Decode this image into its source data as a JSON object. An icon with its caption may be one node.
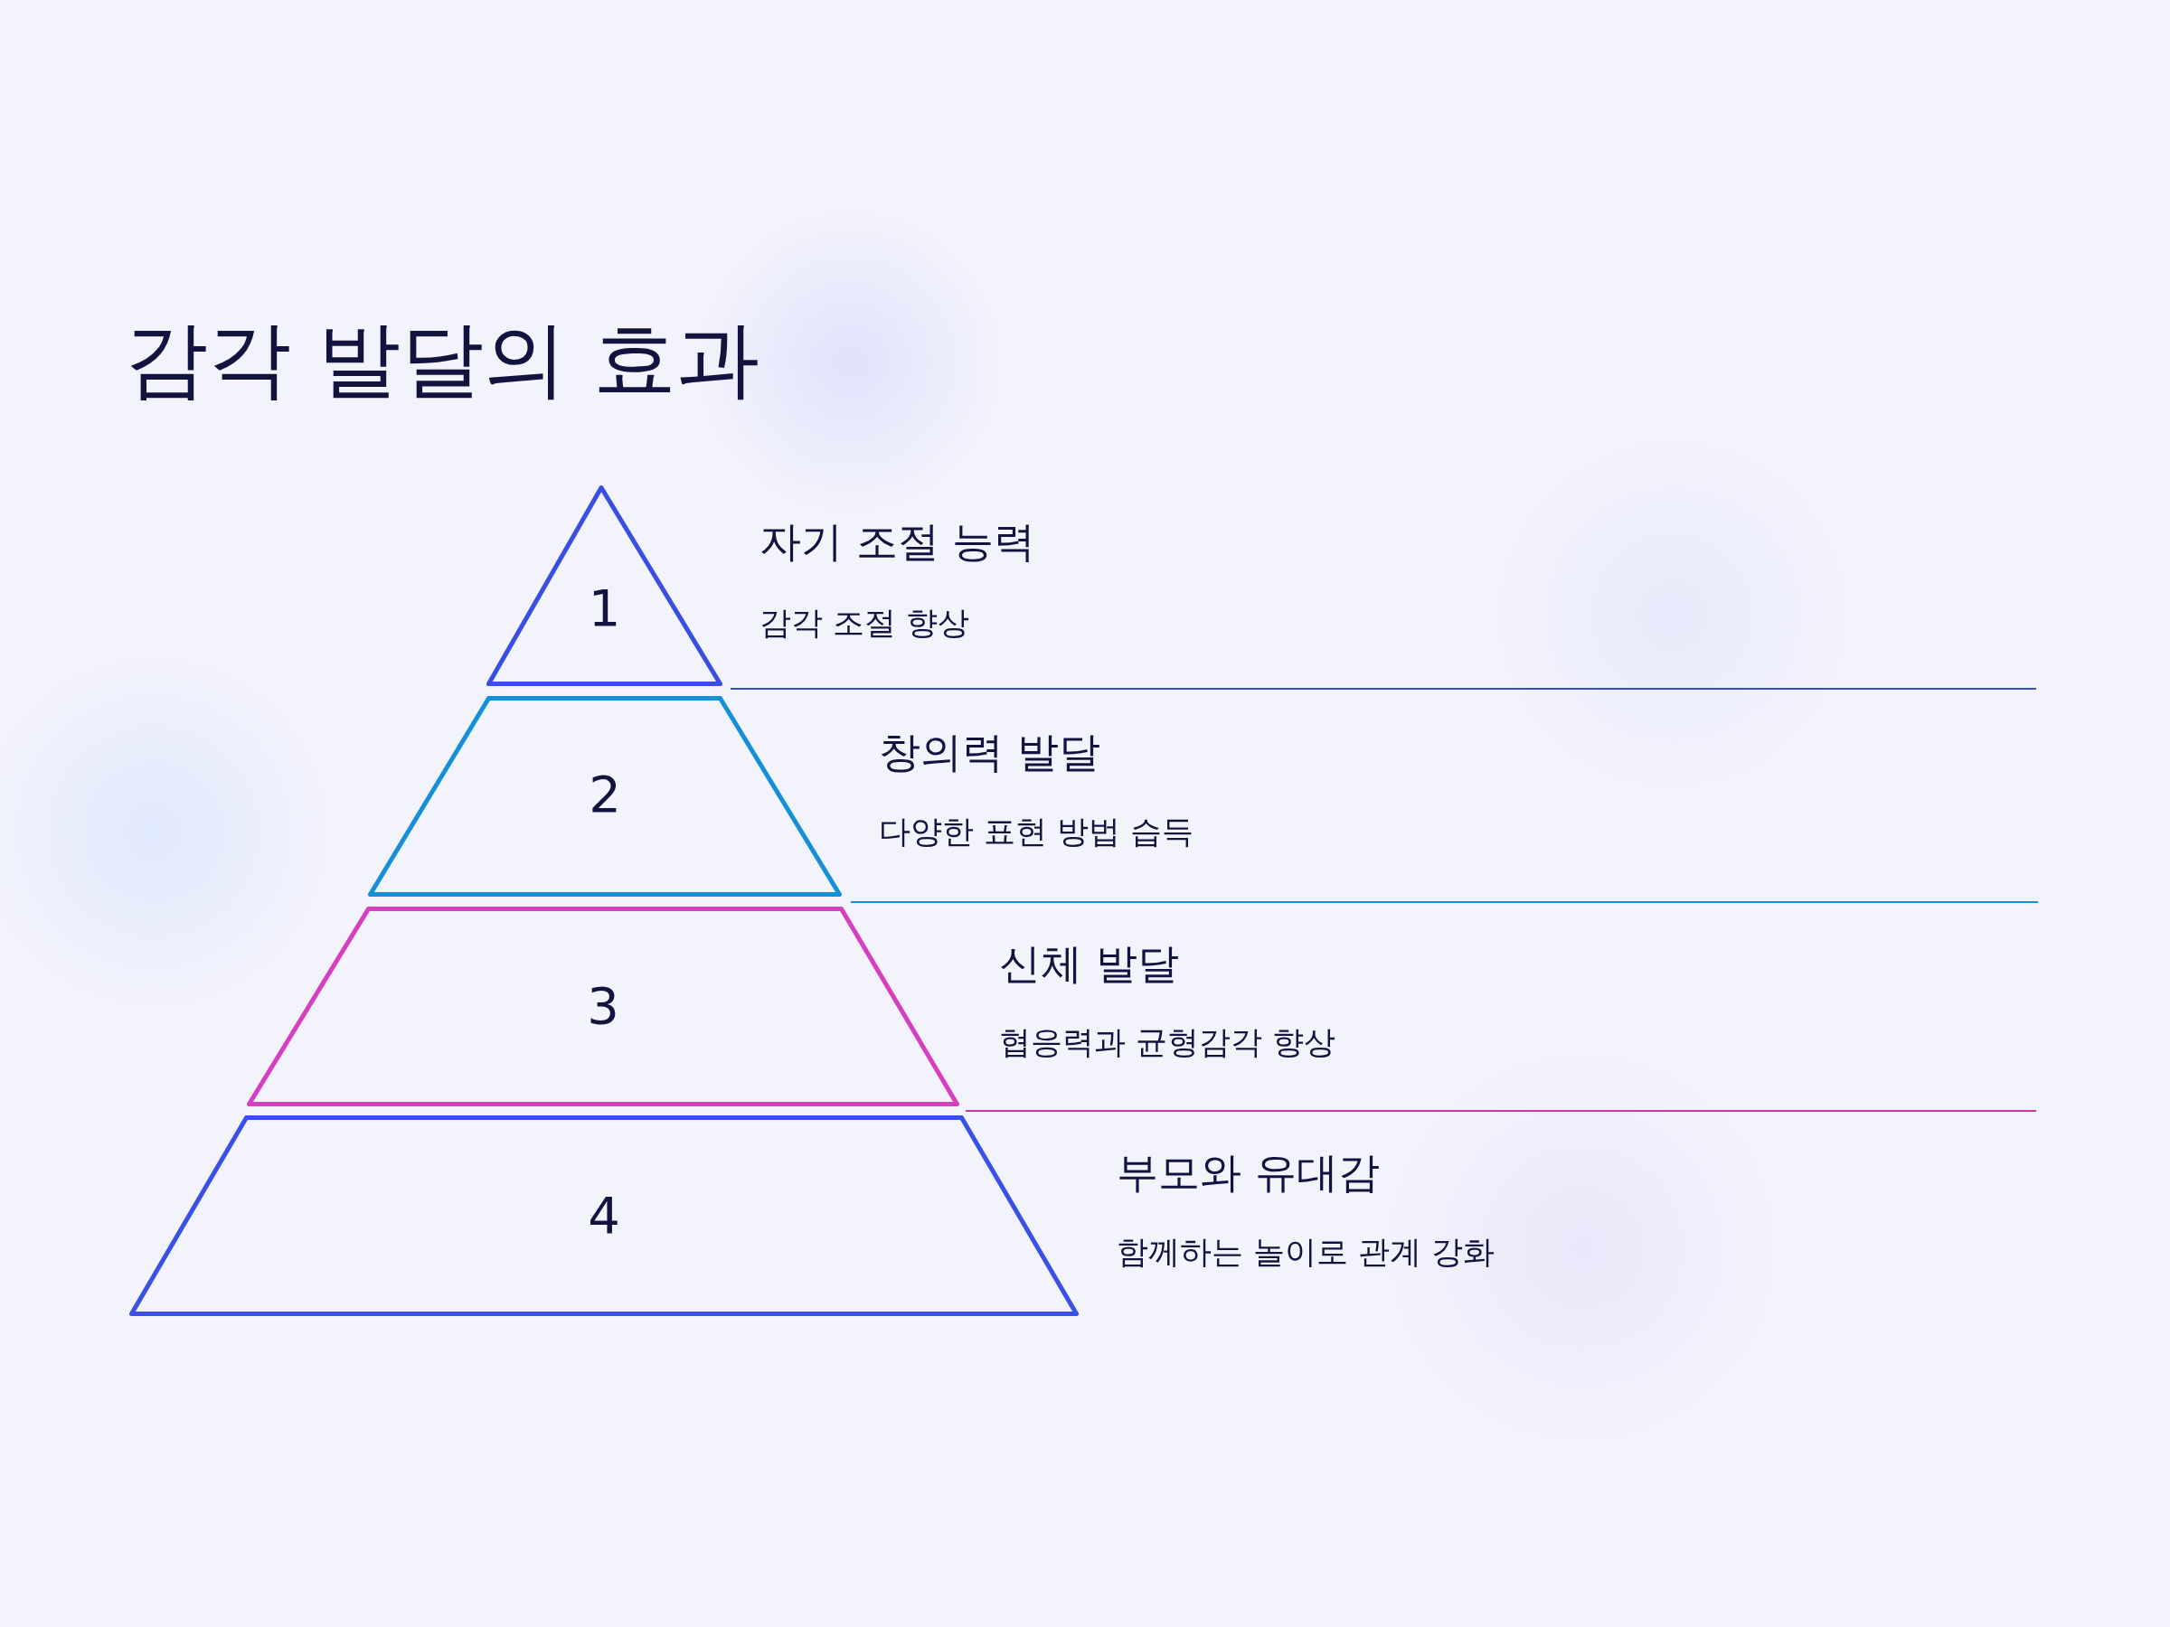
{
  "diagram": {
    "title": "감각 발달의 효과",
    "nodes": [
      {
        "text": [
          "1"
        ],
        "beside": [
          "자기 조절 능력",
          "감각 조절 향상"
        ]
      },
      {
        "text": [
          "2"
        ],
        "beside": [
          "창의력 발달",
          "다양한 표현 방법 습득"
        ]
      },
      {
        "text": [
          "3"
        ],
        "beside": [
          "신체 발달",
          "협응력과 균형감각 향상"
        ]
      },
      {
        "text": [
          "4"
        ],
        "beside": [
          "부모와 유대감",
          "함께하는 놀이로 관계 강화"
        ]
      }
    ]
  }
}
